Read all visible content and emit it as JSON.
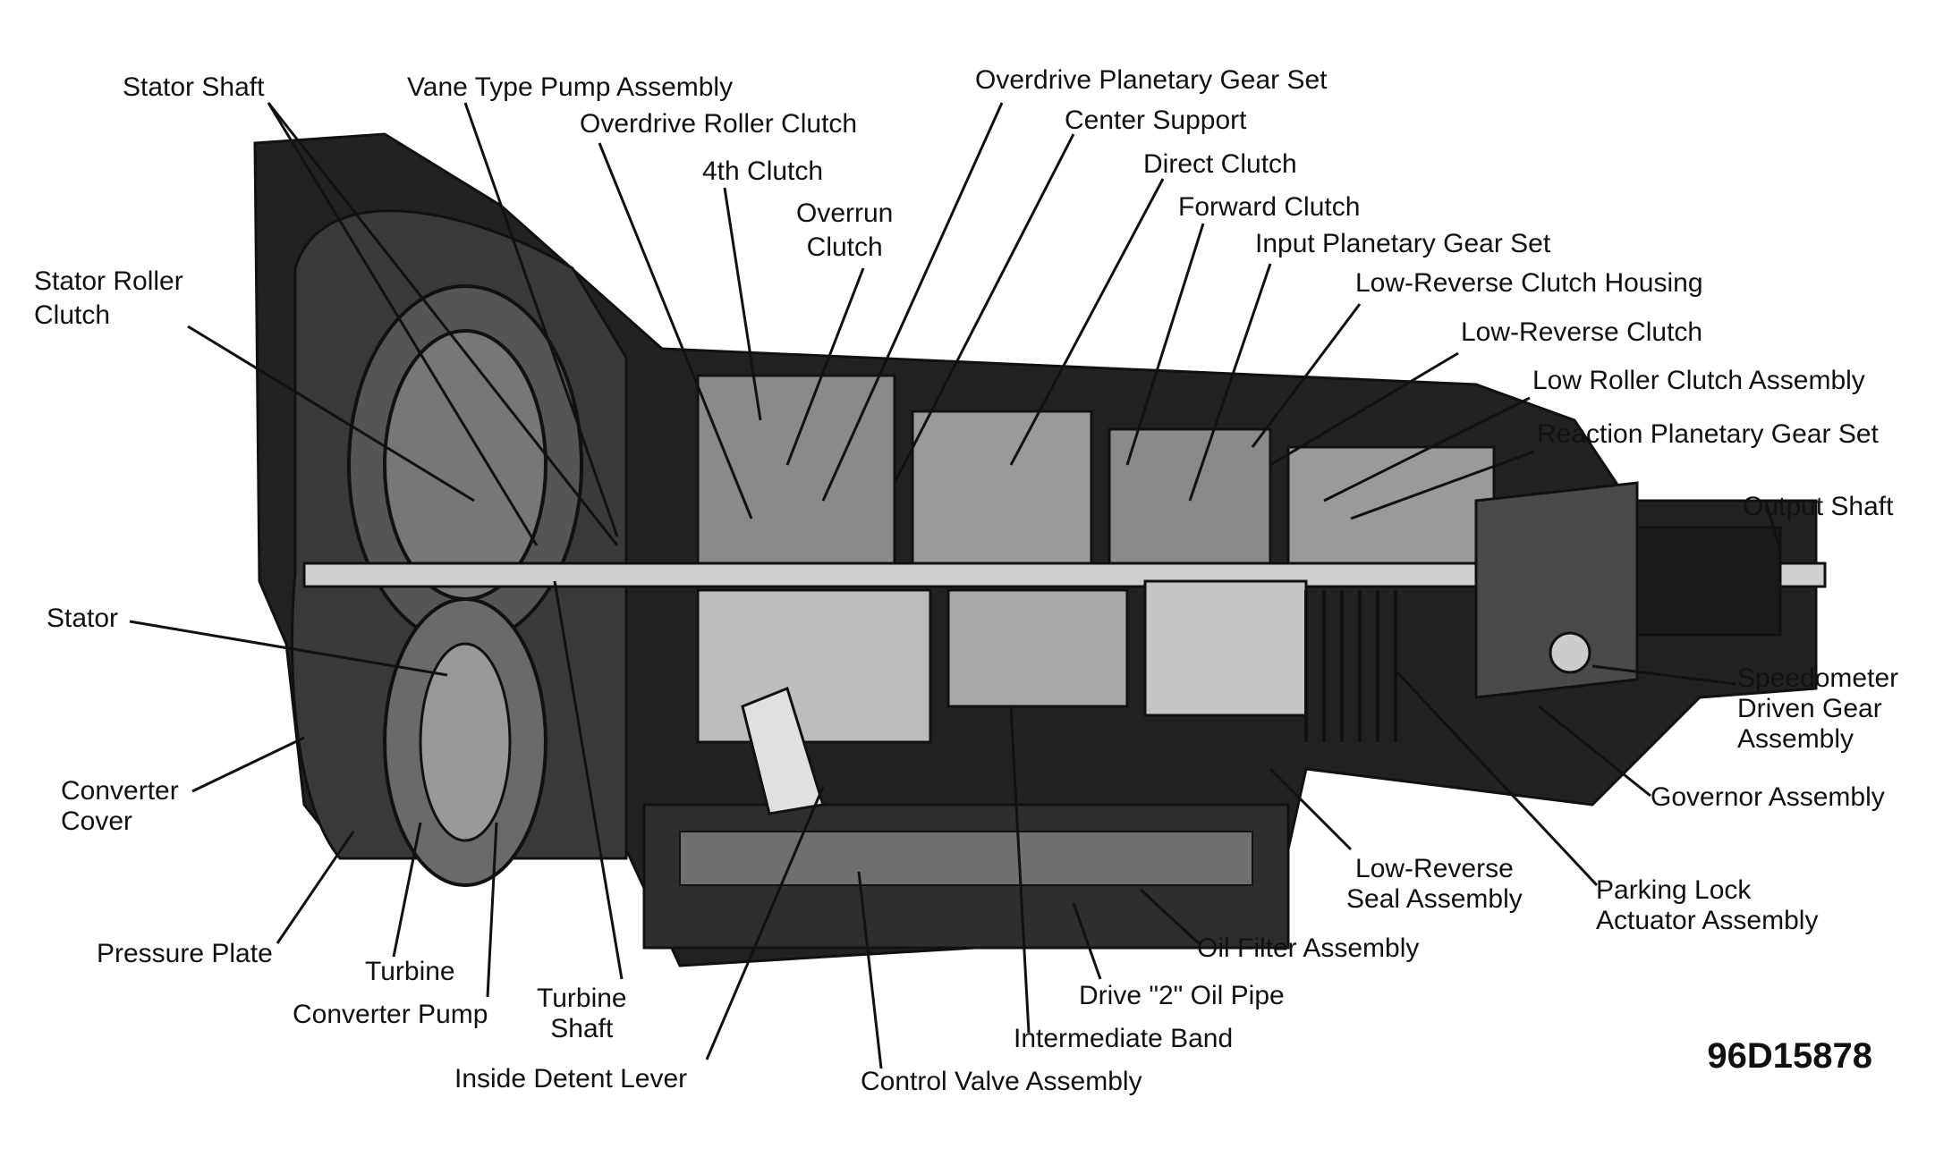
{
  "figure_id": "96D15878",
  "colors": {
    "ink": "#111111",
    "paper": "#ffffff",
    "metal": "#8a8a8a"
  },
  "labels": {
    "stator_shaft": "Stator Shaft",
    "vane_pump": "Vane Type Pump Assembly",
    "overdrive_roller_clutch": "Overdrive Roller Clutch",
    "fourth_clutch": "4th Clutch",
    "overrun_clutch_1": "Overrun",
    "overrun_clutch_2": "Clutch",
    "overdrive_planetary": "Overdrive Planetary Gear Set",
    "center_support": "Center Support",
    "direct_clutch": "Direct Clutch",
    "forward_clutch": "Forward Clutch",
    "input_planetary": "Input Planetary Gear Set",
    "low_reverse_housing": "Low-Reverse Clutch Housing",
    "low_reverse_clutch": "Low-Reverse Clutch",
    "low_roller_clutch": "Low Roller Clutch Assembly",
    "reaction_planetary": "Reaction Planetary Gear Set",
    "output_shaft": "Output Shaft",
    "stator_roller_1": "Stator Roller",
    "stator_roller_2": "Clutch",
    "stator": "Stator",
    "converter_cover_1": "Converter",
    "converter_cover_2": "Cover",
    "pressure_plate": "Pressure Plate",
    "turbine": "Turbine",
    "converter_pump": "Converter Pump",
    "turbine_shaft_1": "Turbine",
    "turbine_shaft_2": "Shaft",
    "inside_detent": "Inside Detent Lever",
    "control_valve": "Control Valve Assembly",
    "intermediate_band": "Intermediate Band",
    "drive2_pipe": "Drive \"2\" Oil Pipe",
    "oil_filter": "Oil Filter Assembly",
    "low_reverse_seal_1": "Low-Reverse",
    "low_reverse_seal_2": "Seal Assembly",
    "parking_lock_1": "Parking Lock",
    "parking_lock_2": "Actuator Assembly",
    "governor": "Governor Assembly",
    "speedo_1": "Speedometer",
    "speedo_2": "Driven Gear",
    "speedo_3": "Assembly"
  }
}
